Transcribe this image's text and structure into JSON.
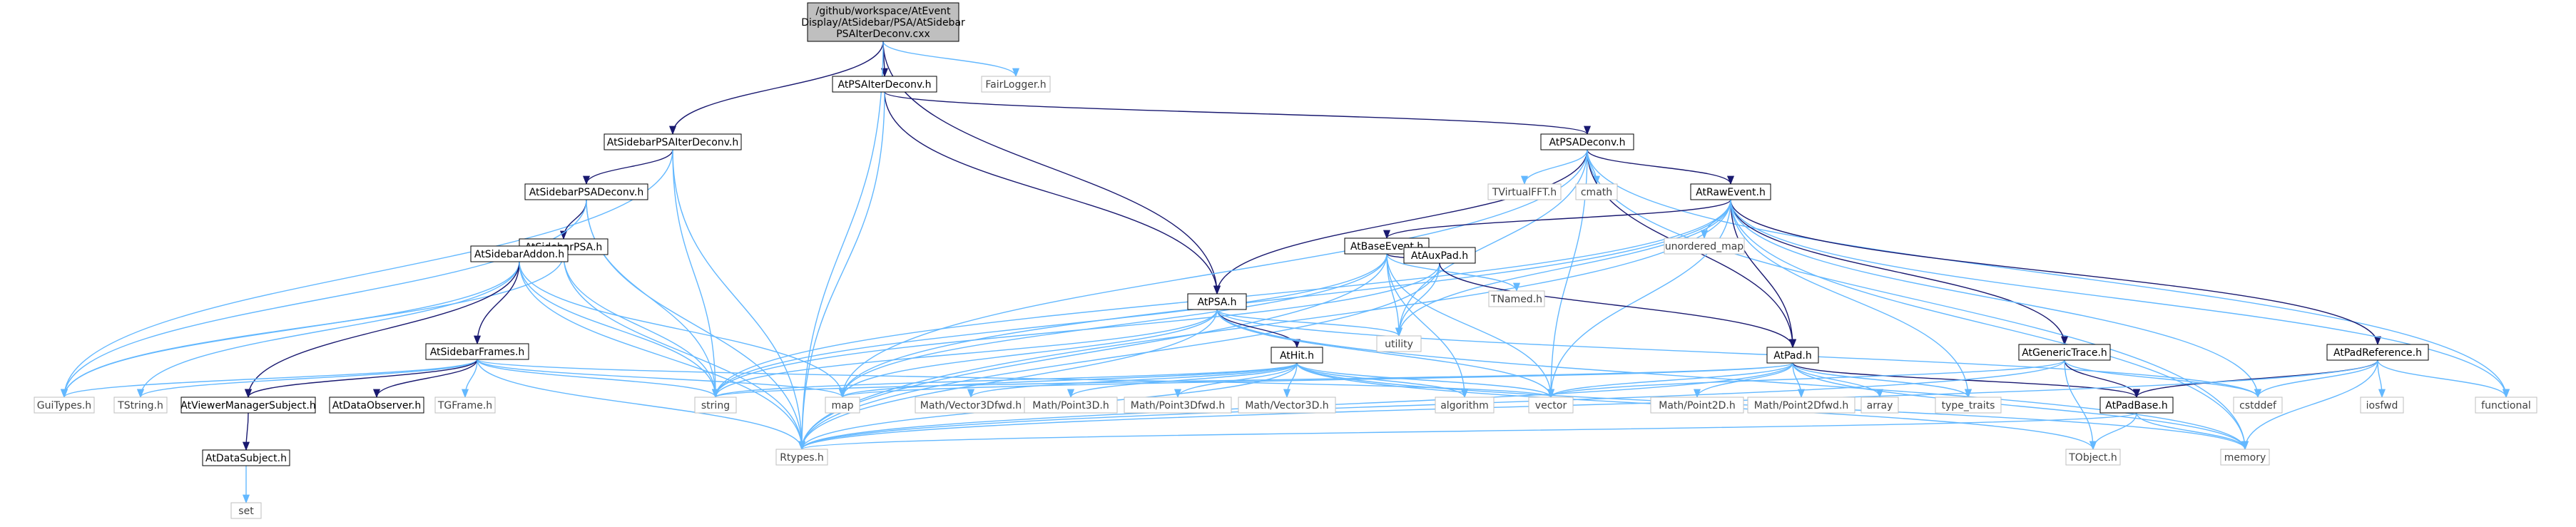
{
  "root_file": {
    "lines": [
      "/github/workspace/AtEvent",
      "Display/AtSidebar/PSA/AtSidebar",
      "PSAIterDeconv.cxx"
    ]
  },
  "nodes": {
    "fairlogger": "FairLogger.h",
    "atpsaiterdeconv_h": "AtPSAIterDeconv.h",
    "atsidebarpsaiterdeconv_h": "AtSidebarPSAIterDeconv.h",
    "atpsadeconv_h": "AtPSADeconv.h",
    "atsidebarpsadeconv_h": "AtSidebarPSADeconv.h",
    "tvirtualfft": "TVirtualFFT.h",
    "cmath": "cmath",
    "atrawevent_h": "AtRawEvent.h",
    "atsidebarpsa_h": "AtSidebarPSA.h",
    "unordered_map": "unordered_map",
    "atbaseevent_h": "AtBaseEvent.h",
    "atsidebaraddon_h": "AtSidebarAddon.h",
    "atauxpad_h": "AtAuxPad.h",
    "tnamed": "TNamed.h",
    "atpsa_h": "AtPSA.h",
    "utility": "utility",
    "athit_h": "AtHit.h",
    "atsidebarframes_h": "AtSidebarFrames.h",
    "atpad_h": "AtPad.h",
    "atgenerictrace_h": "AtGenericTrace.h",
    "atpadreference_h": "AtPadReference.h",
    "guitypes": "GuiTypes.h",
    "tstring": "TString.h",
    "atviewermanagersubject_h": "AtViewerManagerSubject.h",
    "atdataobserver_h": "AtDataObserver.h",
    "tgframe": "TGFrame.h",
    "string": "string",
    "map": "map",
    "vector3dfwd": "Math/Vector3Dfwd.h",
    "point3d": "Math/Point3D.h",
    "point3dfwd": "Math/Point3Dfwd.h",
    "vector3d": "Math/Vector3D.h",
    "algorithm": "algorithm",
    "vector": "vector",
    "point2d": "Math/Point2D.h",
    "point2dfwd": "Math/Point2Dfwd.h",
    "array": "array",
    "type_traits": "type_traits",
    "atpadbase_h": "AtPadBase.h",
    "cstddef": "cstddef",
    "iosfwd": "iosfwd",
    "functional": "functional",
    "atdatasubject_h": "AtDataSubject.h",
    "set": "set",
    "rtypes": "Rtypes.h",
    "tobject": "TObject.h",
    "memory": "memory"
  },
  "colors": {
    "root_fill": "#bfbfbf",
    "documented_border": "#000000",
    "external_border": "#bfbfbf",
    "edge": "#63b8ff",
    "edge_documented": "#191970"
  }
}
